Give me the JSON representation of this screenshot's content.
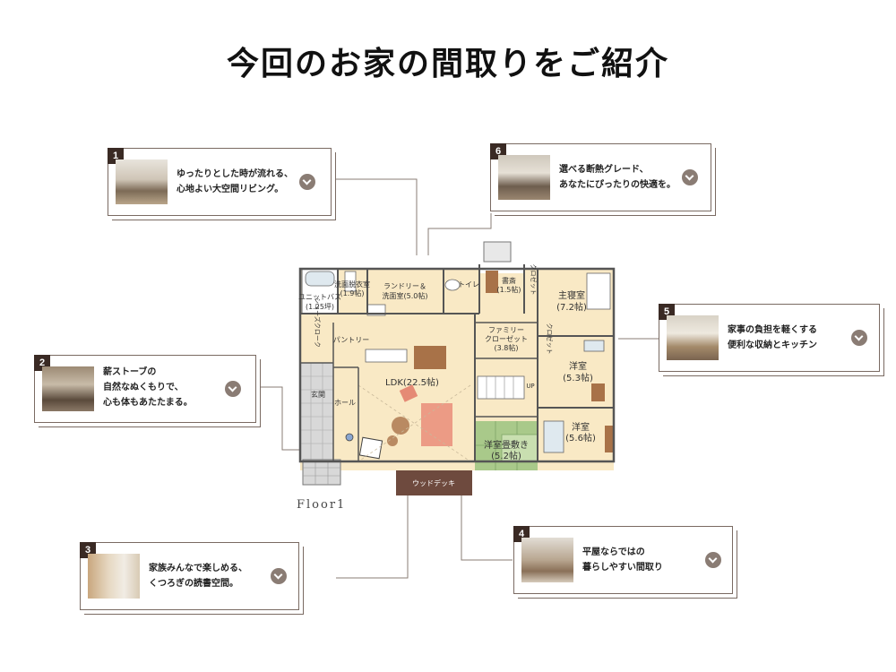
{
  "title": "今回のお家の間取りをご紹介",
  "floor_label": "Floor1",
  "colors": {
    "accent": "#3a2a24",
    "floor": "#f9e9c5",
    "wall": "#555555",
    "line": "#8a7c74"
  },
  "cards": [
    {
      "num": "1",
      "text": "ゆったりとした時が流れる、\n心地よい大空間リビング。",
      "icon": "chevron-down-icon"
    },
    {
      "num": "2",
      "text": "薪ストーブの\n自然なぬくもりで、\n心も体もあたたまる。",
      "icon": "chevron-down-icon"
    },
    {
      "num": "3",
      "text": "家族みんなで楽しめる、\nくつろぎの読書空間。",
      "icon": "chevron-down-icon"
    },
    {
      "num": "4",
      "text": "平屋ならではの\n暮らしやすい間取り",
      "icon": "chevron-down-icon"
    },
    {
      "num": "5",
      "text": "家事の負担を軽くする\n便利な収納とキッチン",
      "icon": "chevron-down-icon"
    },
    {
      "num": "6",
      "text": "選べる断熱グレード、\nあなたにぴったりの快適を。",
      "icon": "chevron-down-icon"
    }
  ],
  "rooms": {
    "unit_bath": "ユニットバス",
    "unit_bath_size": "(1.25坪)",
    "dressing": "洗面脱衣室",
    "dressing_size": "(1.9帖)",
    "laundry": "ランドリー＆",
    "laundry2": "洗面室(5.0帖)",
    "toilet": "トイレ",
    "study": "書斎",
    "study_size": "(1.5帖)",
    "closet_a": "クロゼット",
    "master": "主寝室",
    "master_size": "(7.2帖)",
    "pantry": "パントリー",
    "shoe": "シューズクローク",
    "family": "ファミリー",
    "family2": "クローゼット",
    "family_size": "(3.8帖)",
    "closet_b": "クロゼット",
    "western1": "洋室",
    "western1_size": "(5.3帖)",
    "ldk": "LDK(22.5帖)",
    "up": "UP",
    "entrance": "玄関",
    "hall": "ホール",
    "tatami": "洋室畳敷き",
    "tatami_size": "(5.2帖)",
    "western2": "洋室",
    "western2_size": "(5.6帖)",
    "deck": "ウッドデッキ"
  }
}
